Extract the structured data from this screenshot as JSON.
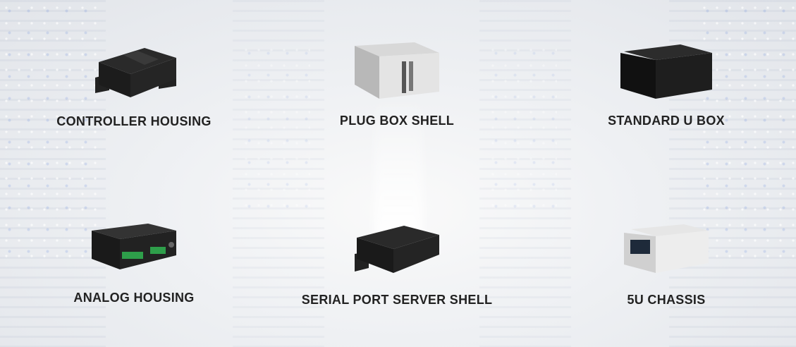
{
  "products": [
    {
      "label": "CONTROLLER HOUSING"
    },
    {
      "label": "PLUG BOX SHELL"
    },
    {
      "label": "STANDARD U BOX"
    },
    {
      "label": "ANALOG HOUSING"
    },
    {
      "label": "SERIAL PORT SERVER SHELL"
    },
    {
      "label": "5U CHASSIS"
    }
  ]
}
